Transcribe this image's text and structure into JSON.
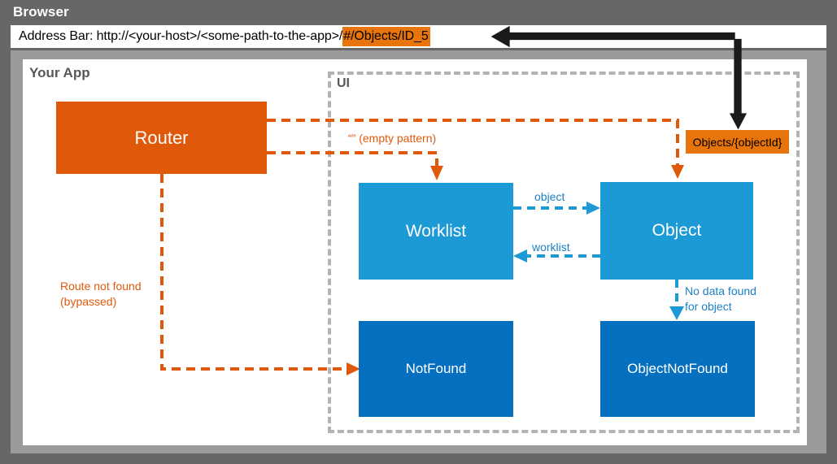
{
  "browser": {
    "title": "Browser",
    "address_bar": {
      "label_and_base": "Address Bar: http://<your-host>/<some-path-to-the-app>/",
      "highlighted_fragment": "#/Objects/ID_5"
    }
  },
  "app": {
    "title": "Your App",
    "ui_container_label": "UI"
  },
  "nodes": {
    "router": {
      "label": "Router",
      "color": "#e0590b"
    },
    "worklist": {
      "label": "Worklist",
      "color": "#1c9ad6"
    },
    "object": {
      "label": "Object",
      "color": "#1c9ad6"
    },
    "not_found": {
      "label": "NotFound",
      "color": "#0570bf"
    },
    "object_not_found": {
      "label": "ObjectNotFound",
      "color": "#0570bf"
    }
  },
  "chips": {
    "object_route_pattern": {
      "label": "Objects/{objectId}",
      "color": "#e8740c"
    }
  },
  "annotations": {
    "empty_pattern": "“” (empty pattern)",
    "route_not_found": "Route not found\n(bypassed)",
    "object_nav": "object",
    "worklist_nav": "worklist",
    "no_data_found": "No data found\nfor object"
  },
  "colors": {
    "chrome_dark": "#676767",
    "chrome_mid": "#9a9a9a",
    "panel": "#ffffff",
    "orange": "#e0590b",
    "orange_chip": "#e8740c",
    "blue_light": "#1c9ad6",
    "blue_dark": "#0570bf",
    "blue_text": "#1c7fc4",
    "dashed_gray": "#b3b3b3",
    "heading_gray": "#585858",
    "black_arrow": "#1a1a1a"
  }
}
